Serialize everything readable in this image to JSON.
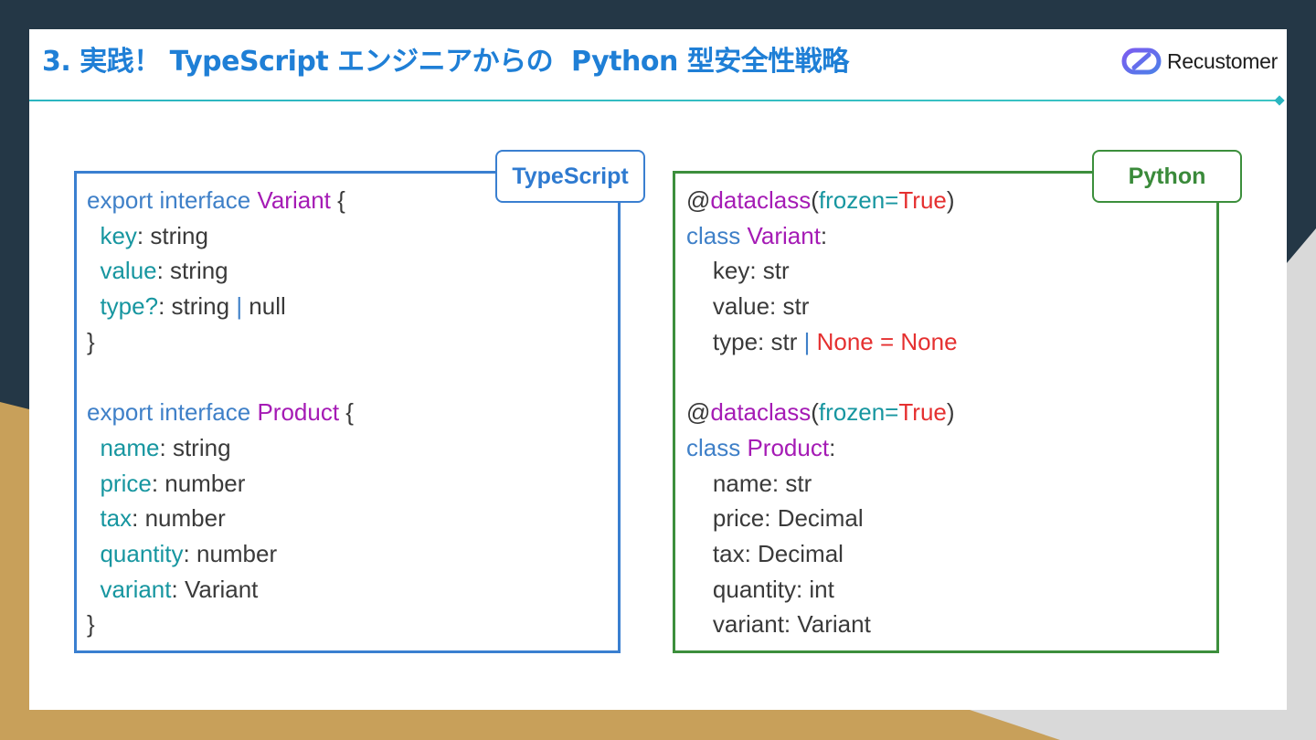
{
  "slide": {
    "title": "3. 実践！ TypeScript エンジニアからの  Python 型安全性戦略",
    "logo_text": "Recustomer"
  },
  "colors": {
    "title": "#1f7fd6",
    "typescript_border": "#3a7fd0",
    "python_border": "#3c8f3c",
    "keyword": "#3f80c8",
    "type_name": "#a51bb5",
    "property": "#1796a0",
    "literal": "#e53030"
  },
  "typescript": {
    "label": "TypeScript",
    "lines": [
      [
        {
          "t": "export interface ",
          "c": "kw"
        },
        {
          "t": "Variant",
          "c": "typ"
        },
        {
          "t": " {",
          "c": "txt"
        }
      ],
      [
        {
          "t": "  ",
          "c": "txt"
        },
        {
          "t": "key",
          "c": "prop"
        },
        {
          "t": ": string",
          "c": "txt"
        }
      ],
      [
        {
          "t": "  ",
          "c": "txt"
        },
        {
          "t": "value",
          "c": "prop"
        },
        {
          "t": ": string",
          "c": "txt"
        }
      ],
      [
        {
          "t": "  ",
          "c": "txt"
        },
        {
          "t": "type?",
          "c": "prop"
        },
        {
          "t": ": string ",
          "c": "txt"
        },
        {
          "t": "|",
          "c": "kw"
        },
        {
          "t": " null",
          "c": "txt"
        }
      ],
      [
        {
          "t": "}",
          "c": "txt"
        }
      ],
      [],
      [
        {
          "t": "export interface ",
          "c": "kw"
        },
        {
          "t": "Product",
          "c": "typ"
        },
        {
          "t": " {",
          "c": "txt"
        }
      ],
      [
        {
          "t": "  ",
          "c": "txt"
        },
        {
          "t": "name",
          "c": "prop"
        },
        {
          "t": ": string",
          "c": "txt"
        }
      ],
      [
        {
          "t": "  ",
          "c": "txt"
        },
        {
          "t": "price",
          "c": "prop"
        },
        {
          "t": ": number",
          "c": "txt"
        }
      ],
      [
        {
          "t": "  ",
          "c": "txt"
        },
        {
          "t": "tax",
          "c": "prop"
        },
        {
          "t": ": number",
          "c": "txt"
        }
      ],
      [
        {
          "t": "  ",
          "c": "txt"
        },
        {
          "t": "quantity",
          "c": "prop"
        },
        {
          "t": ": number",
          "c": "txt"
        }
      ],
      [
        {
          "t": "  ",
          "c": "txt"
        },
        {
          "t": "variant",
          "c": "prop"
        },
        {
          "t": ": Variant",
          "c": "txt"
        }
      ],
      [
        {
          "t": "}",
          "c": "txt"
        }
      ]
    ]
  },
  "python": {
    "label": "Python",
    "lines": [
      [
        {
          "t": "@",
          "c": "txt"
        },
        {
          "t": "dataclass",
          "c": "typ"
        },
        {
          "t": "(",
          "c": "txt"
        },
        {
          "t": "frozen=",
          "c": "prop"
        },
        {
          "t": "True",
          "c": "val"
        },
        {
          "t": ")",
          "c": "txt"
        }
      ],
      [
        {
          "t": "class ",
          "c": "kw"
        },
        {
          "t": "Variant",
          "c": "typ"
        },
        {
          "t": ":",
          "c": "txt"
        }
      ],
      [
        {
          "t": "    key: str",
          "c": "txt"
        }
      ],
      [
        {
          "t": "    value: str",
          "c": "txt"
        }
      ],
      [
        {
          "t": "    type: str ",
          "c": "txt"
        },
        {
          "t": "|",
          "c": "kw"
        },
        {
          "t": " None = None",
          "c": "val"
        }
      ],
      [],
      [
        {
          "t": "@",
          "c": "txt"
        },
        {
          "t": "dataclass",
          "c": "typ"
        },
        {
          "t": "(",
          "c": "txt"
        },
        {
          "t": "frozen=",
          "c": "prop"
        },
        {
          "t": "True",
          "c": "val"
        },
        {
          "t": ")",
          "c": "txt"
        }
      ],
      [
        {
          "t": "class ",
          "c": "kw"
        },
        {
          "t": "Product",
          "c": "typ"
        },
        {
          "t": ":",
          "c": "txt"
        }
      ],
      [
        {
          "t": "    name: str",
          "c": "txt"
        }
      ],
      [
        {
          "t": "    price: Decimal",
          "c": "txt"
        }
      ],
      [
        {
          "t": "    tax: Decimal",
          "c": "txt"
        }
      ],
      [
        {
          "t": "    quantity: int",
          "c": "txt"
        }
      ],
      [
        {
          "t": "    variant: Variant",
          "c": "txt"
        }
      ]
    ]
  }
}
